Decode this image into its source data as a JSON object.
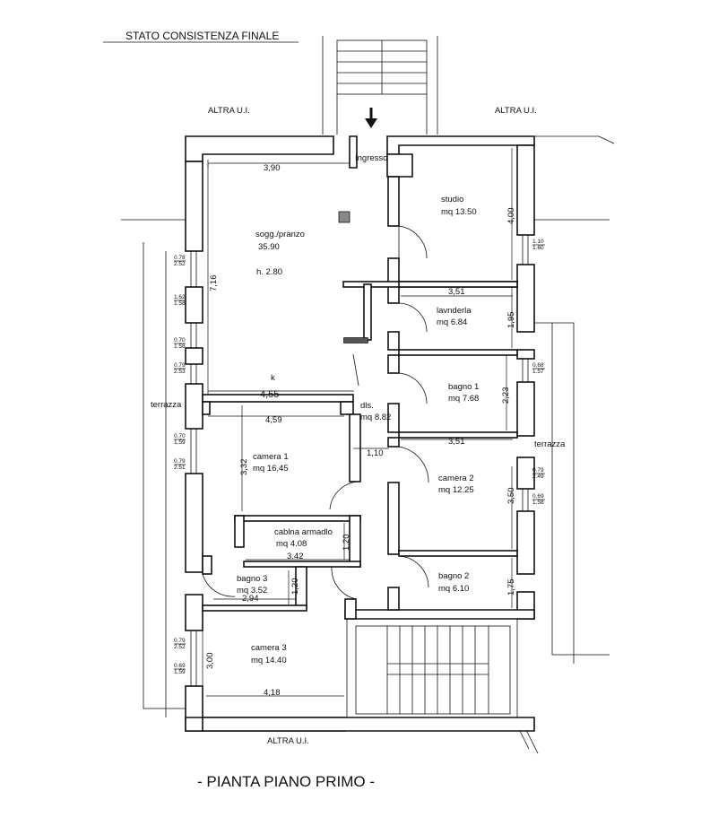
{
  "header": {
    "title": "STATO CONSISTENZA FINALE"
  },
  "footer": {
    "title": "- PIANTA PIANO PRIMO -"
  },
  "labels": {
    "altra_left": "ALTRA U.I.",
    "altra_right": "ALTRA U.I.",
    "altra_bottom": "ALTRA U.I.",
    "ingresso": "Ingresso",
    "terrazza_left": "terrazza",
    "terrazza_right": "terrazza",
    "k": "k"
  },
  "rooms": {
    "soggiorno": {
      "name": "sogg./pranzo",
      "area": "35.90",
      "height": "h. 2.80"
    },
    "studio": {
      "name": "studio",
      "area": "mq 13.50"
    },
    "lavanderia": {
      "name": "lavnderla",
      "area": "mq 6.84"
    },
    "bagno1": {
      "name": "bagno 1",
      "area": "mq 7.68"
    },
    "dis": {
      "name": "dls.",
      "area": "mq 8.82"
    },
    "camera1": {
      "name": "camera 1",
      "area": "mq 16,45"
    },
    "camera2": {
      "name": "camera 2",
      "area": "mq 12.25"
    },
    "cabina": {
      "name": "cablna armadlo",
      "area": "mq 4.08"
    },
    "bagno2": {
      "name": "bagno 2",
      "area": "mq 6.10"
    },
    "bagno3": {
      "name": "bagno 3",
      "area": "mq 3.52"
    },
    "camera3": {
      "name": "camera 3",
      "area": "mq 14.40"
    }
  },
  "dimensions": {
    "d390": "3,90",
    "d716": "7,16",
    "d455": "4,55",
    "d459": "4,59",
    "d332": "3,32",
    "d110": "1,10",
    "d400": "4,00",
    "d351a": "3,51",
    "d195": "1,95",
    "d223": "2,23",
    "d351b": "3,51",
    "d350": "3,50",
    "d175": "1,75",
    "d342": "3.42",
    "d120a": "1,20",
    "d294": "2,94",
    "d120b": "1,20",
    "d300": "3,00",
    "d418": "4,18"
  },
  "windows": {
    "w1": [
      "0.78",
      "2.52"
    ],
    "w2": [
      "1.62",
      "1.58"
    ],
    "w3": [
      "0.70",
      "1.58"
    ],
    "w4": [
      "0.79",
      "2.53"
    ],
    "w5": [
      "0.70",
      "1.59"
    ],
    "w6": [
      "0.79",
      "2.51"
    ],
    "w7": [
      "0.79",
      "2.52"
    ],
    "w8": [
      "0.69",
      "1.59"
    ],
    "e1": [
      "1.10",
      "1.60"
    ],
    "e2": [
      "0.68",
      "1.57"
    ],
    "e3": [
      "0.79",
      "2.49"
    ],
    "e4": [
      "0.69",
      "1.58"
    ]
  }
}
